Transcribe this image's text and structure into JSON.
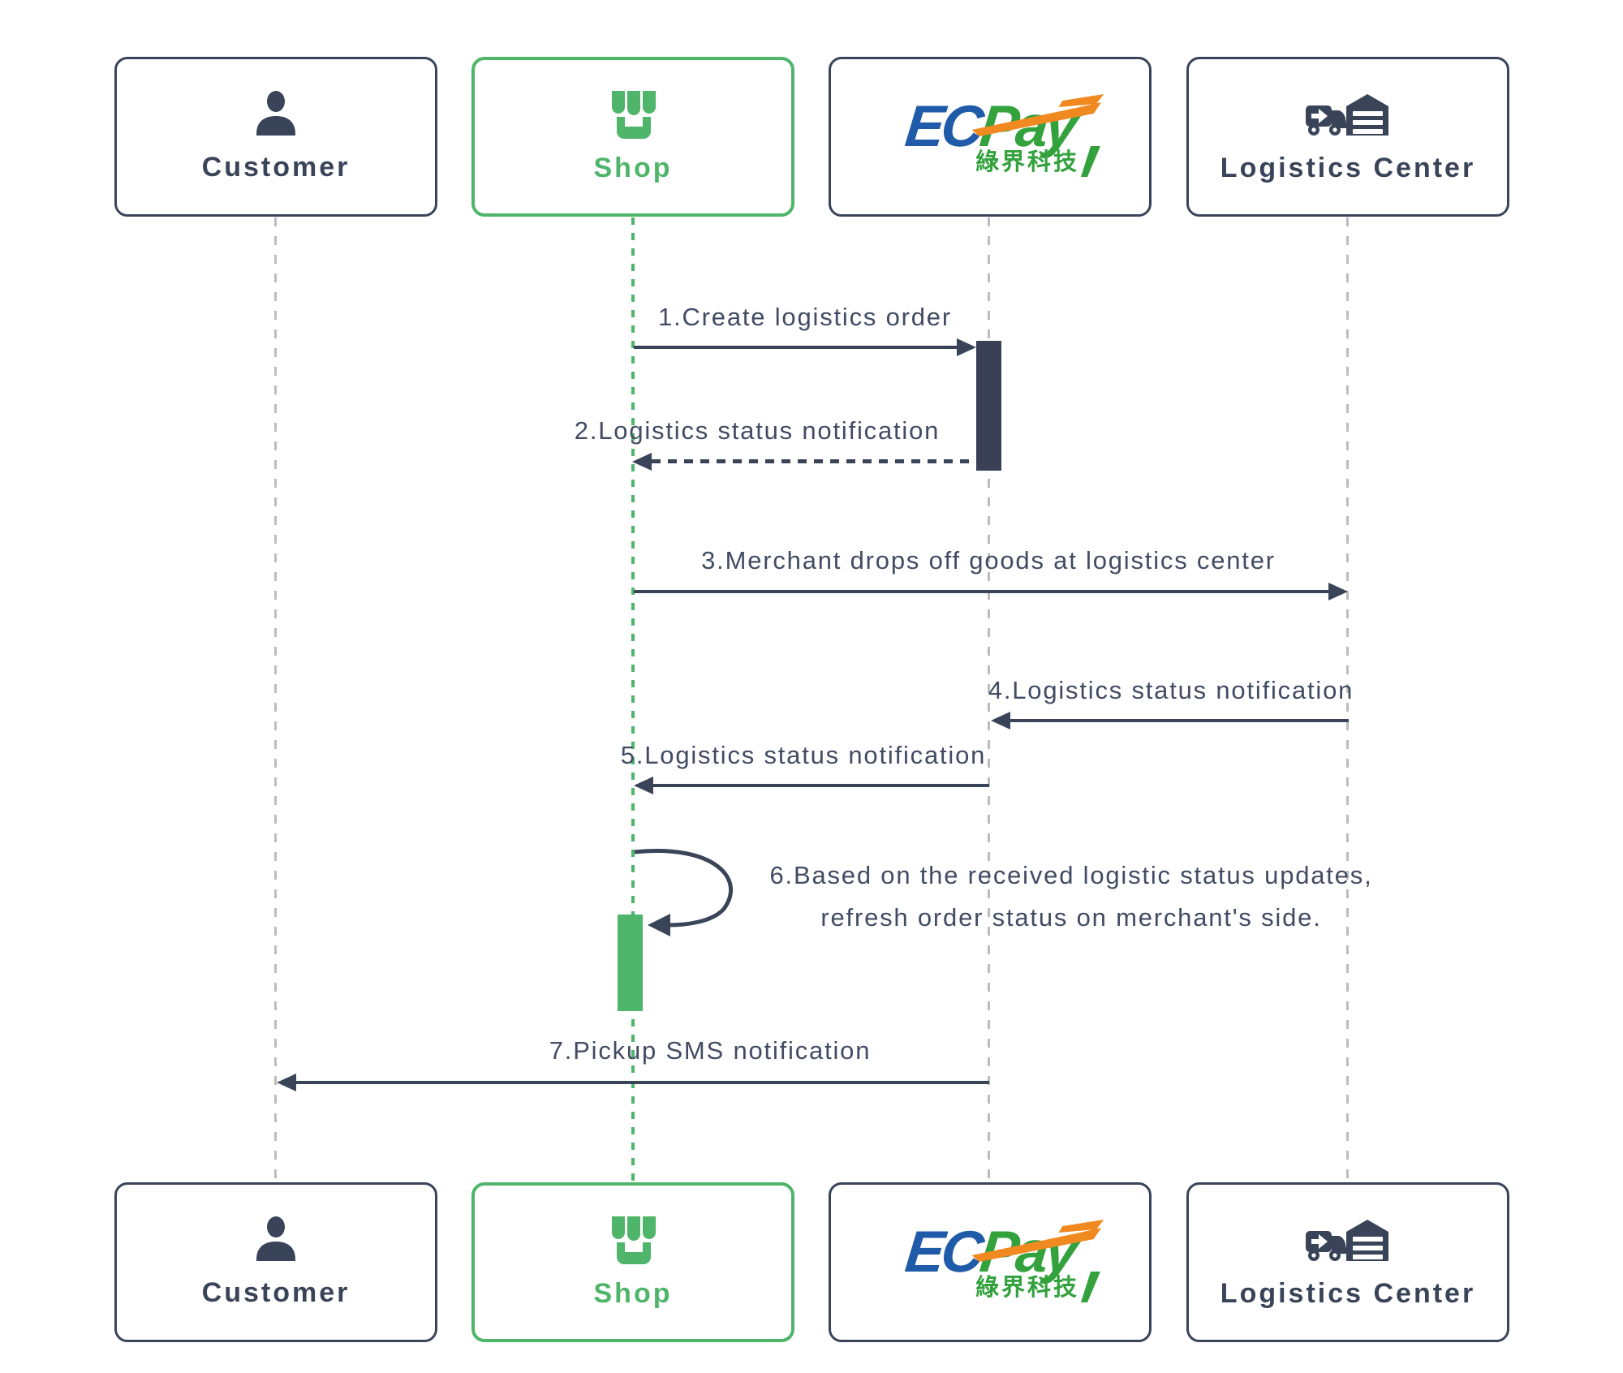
{
  "title": "ECPay logistics sequence diagram",
  "colors": {
    "navy": "#3a4459",
    "green": "#4fb56a",
    "lifeline_gray": "#bcbcbc",
    "message_text": "#414b63",
    "ecpay_blue": "#1f5ba8",
    "ecpay_green": "#33a23d",
    "ecpay_orange": "#f0891f",
    "background": "#ffffff"
  },
  "actors": [
    {
      "label": "Customer",
      "icon": "person-icon",
      "lifeline": "gray-dashed"
    },
    {
      "label": "Shop",
      "icon": "storefront-icon",
      "lifeline": "green-dashed"
    },
    {
      "label": "ECPay",
      "icon": "ecpay-logo",
      "lifeline": "gray-dashed",
      "logo_ec": "EC",
      "logo_pay": "Pay",
      "logo_subtitle": "綠界科技"
    },
    {
      "label": "Logistics Center",
      "icon": "truck-warehouse-icon",
      "lifeline": "gray-dashed"
    }
  ],
  "messages": [
    {
      "label": "1.Create logistics order",
      "from": "Shop",
      "to": "ECPay",
      "line": "solid"
    },
    {
      "label": "2.Logistics status notification",
      "from": "ECPay",
      "to": "Shop",
      "line": "dashed"
    },
    {
      "label": "3.Merchant drops off goods at logistics center",
      "from": "Shop",
      "to": "Logistics Center",
      "line": "solid"
    },
    {
      "label": "4.Logistics status notification",
      "from": "Logistics Center",
      "to": "ECPay",
      "line": "solid"
    },
    {
      "label": "5.Logistics status notification",
      "from": "ECPay",
      "to": "Shop",
      "line": "solid"
    },
    {
      "label": "6.Based on the received logistic status updates,",
      "label2": "refresh order status on merchant's side.",
      "from": "Shop",
      "to": "Shop",
      "line": "self-loop"
    },
    {
      "label": "7.Pickup SMS notification",
      "from": "ECPay",
      "to": "Customer",
      "line": "solid"
    }
  ]
}
